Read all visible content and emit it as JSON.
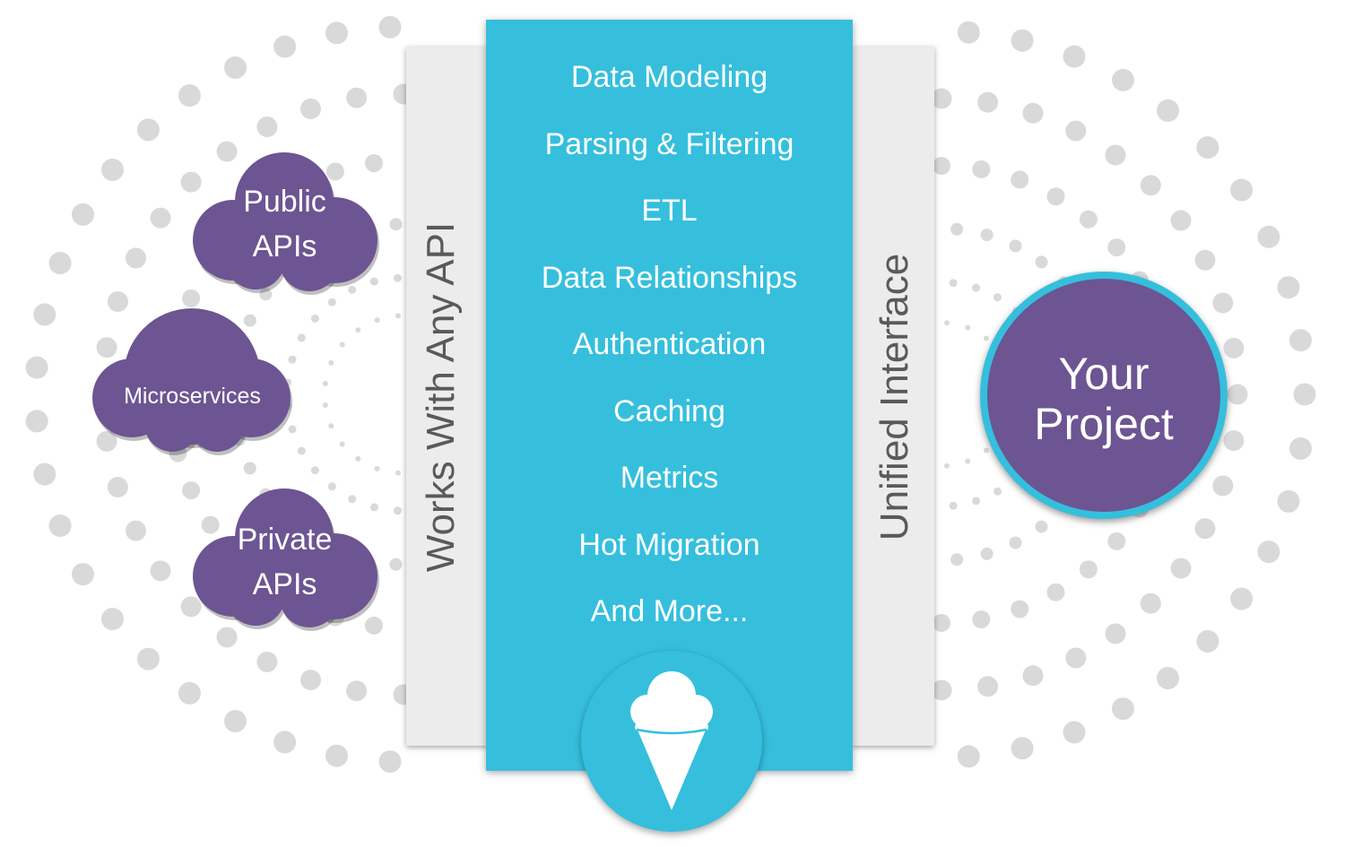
{
  "colors": {
    "accent_blue": "#35bfdd",
    "purple": "#6c5592",
    "panel_gray": "#ececec",
    "label_gray": "#5a5a5a",
    "dot_gray": "#d9d9d9"
  },
  "sources": {
    "public_apis": {
      "line1": "Public",
      "line2": "APIs"
    },
    "microservices": {
      "label": "Microservices"
    },
    "private_apis": {
      "line1": "Private",
      "line2": "APIs"
    }
  },
  "left_panel": {
    "label": "Works With Any API"
  },
  "right_panel": {
    "label": "Unified Interface"
  },
  "features": [
    "Data Modeling",
    "Parsing & Filtering",
    "ETL",
    "Data Relationships",
    "Authentication",
    "Caching",
    "Metrics",
    "Hot Migration",
    "And More..."
  ],
  "logo": {
    "icon": "ice-cream-cone-icon"
  },
  "target": {
    "line1": "Your",
    "line2": "Project"
  }
}
